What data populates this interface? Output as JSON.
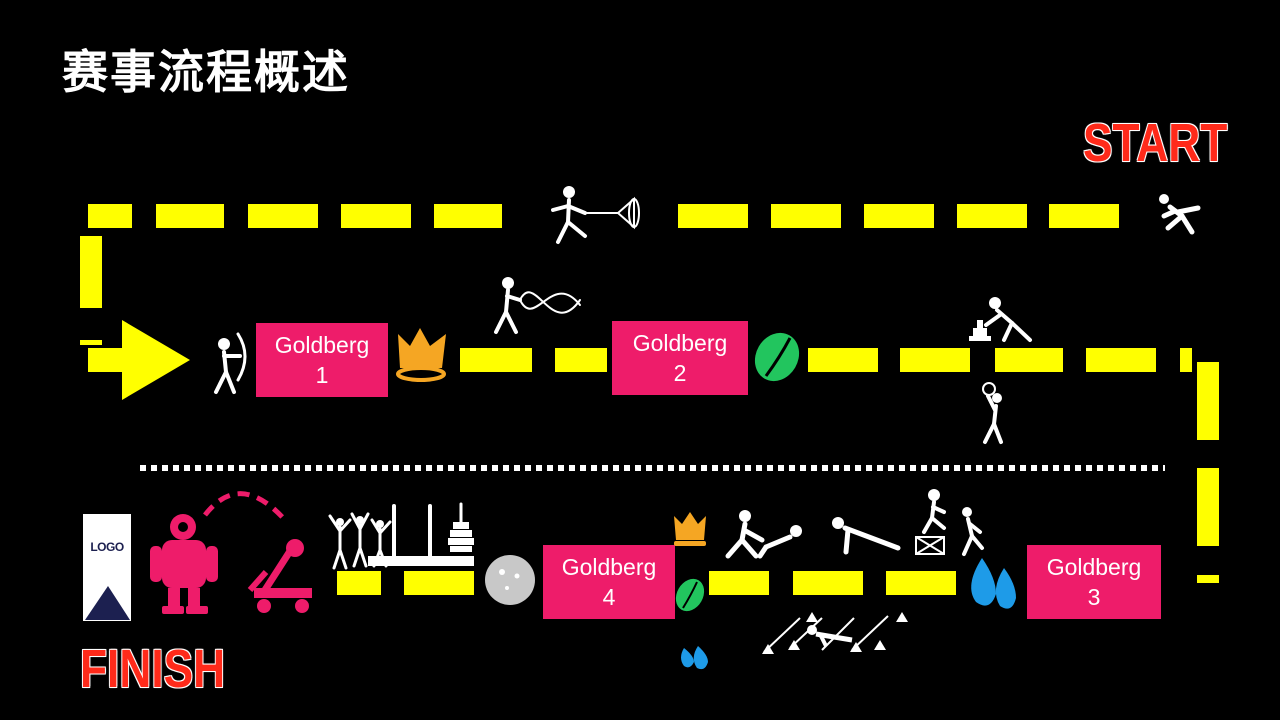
{
  "header": {
    "title": "赛事流程概述"
  },
  "labels": {
    "start": "START",
    "finish": "FINISH",
    "logo": "LOGO"
  },
  "stations": [
    {
      "name": "Goldberg",
      "number": "1"
    },
    {
      "name": "Goldberg",
      "number": "2"
    },
    {
      "name": "Goldberg",
      "number": "3"
    },
    {
      "name": "Goldberg",
      "number": "4"
    }
  ],
  "colors": {
    "track": "#ffff00",
    "station": "#ee1c6a",
    "start_finish": "#ff2a1a",
    "crown": "#f5a623",
    "bean": "#22c55e",
    "water": "#1e9be8",
    "robot": "#ee1c6a"
  },
  "icons": [
    "runner-start-icon",
    "sled-pull-icon",
    "archer-icon",
    "crown-icon",
    "battle-rope-icon",
    "coffee-bean-icon",
    "weight-push-icon",
    "medicine-ball-icon",
    "water-drop-icon",
    "box-jump-icon",
    "runner-icon",
    "pushup-icon",
    "crawl-icon",
    "carry-icon",
    "ball-icon",
    "team-celebration-icon",
    "robot-icon",
    "catapult-icon",
    "logo-flag"
  ]
}
